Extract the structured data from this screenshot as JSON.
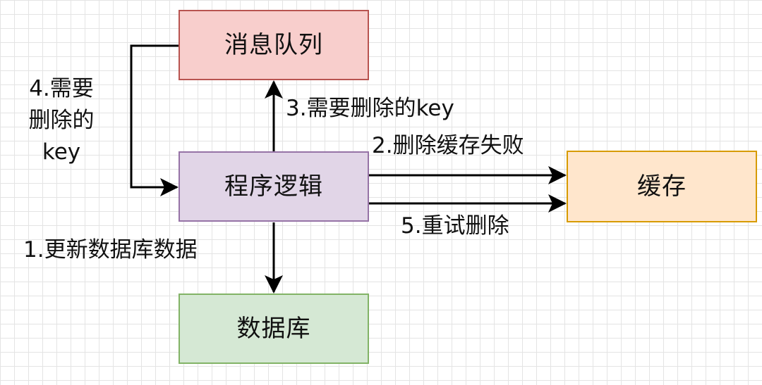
{
  "nodes": {
    "message_queue": {
      "label": "消息队列",
      "fill": "#f8cecc",
      "stroke": "#b85450"
    },
    "program_logic": {
      "label": "程序逻辑",
      "fill": "#e1d5e7",
      "stroke": "#9673a6"
    },
    "database": {
      "label": "数据库",
      "fill": "#d5e8d4",
      "stroke": "#82b366"
    },
    "cache": {
      "label": "缓存",
      "fill": "#ffe6cc",
      "stroke": "#d79b00"
    }
  },
  "edges": {
    "step1": {
      "label": "1.更新数据库数据",
      "from": "program_logic",
      "to": "database"
    },
    "step2": {
      "label": "2.删除缓存失败",
      "from": "program_logic",
      "to": "cache"
    },
    "step3": {
      "label": "3.需要删除的key",
      "from": "program_logic",
      "to": "message_queue"
    },
    "step4": {
      "lines": [
        "4.需要",
        "删除的",
        "key"
      ],
      "from": "message_queue",
      "to": "program_logic"
    },
    "step5": {
      "label": "5.重试删除",
      "from": "program_logic",
      "to": "cache"
    }
  },
  "style": {
    "edge_color": "#000000",
    "grid_color": "#e4e4e4",
    "background": "#ffffff"
  }
}
